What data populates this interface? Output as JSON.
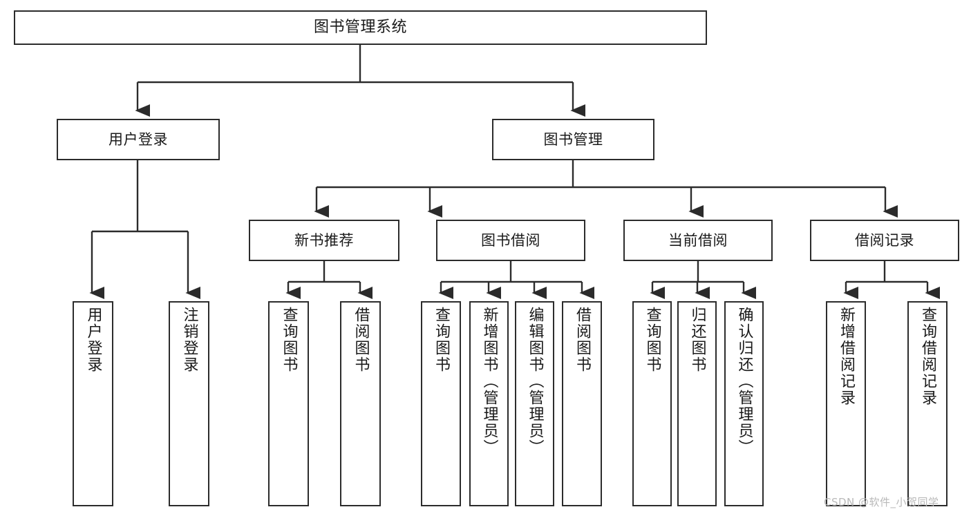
{
  "diagram": {
    "title": "图书管理系统",
    "type": "tree",
    "root": {
      "label": "图书管理系统"
    },
    "level2": [
      {
        "label": "用户登录"
      },
      {
        "label": "图书管理"
      }
    ],
    "level3": [
      {
        "label": "新书推荐"
      },
      {
        "label": "图书借阅"
      },
      {
        "label": "当前借阅"
      },
      {
        "label": "借阅记录"
      }
    ],
    "leaves": {
      "user_login": [
        {
          "label": "用户登录"
        },
        {
          "label": "注销登录"
        }
      ],
      "new_book": [
        {
          "label": "查询图书"
        },
        {
          "label": "借阅图书"
        }
      ],
      "borrow": [
        {
          "label": "查询图书"
        },
        {
          "label": "新增图书（管理员）"
        },
        {
          "label": "编辑图书（管理员）"
        },
        {
          "label": "借阅图书"
        }
      ],
      "current": [
        {
          "label": "查询图书"
        },
        {
          "label": "归还图书"
        },
        {
          "label": "确认归还（管理员）"
        }
      ],
      "records": [
        {
          "label": "新增借阅记录"
        },
        {
          "label": "查询借阅记录"
        }
      ]
    },
    "watermark": "CSDN @软件_小贺同学",
    "colors": {
      "stroke": "#2b2b2b",
      "fill": "#ffffff",
      "background": "#ffffff",
      "watermark": "#b9b9b9"
    }
  }
}
